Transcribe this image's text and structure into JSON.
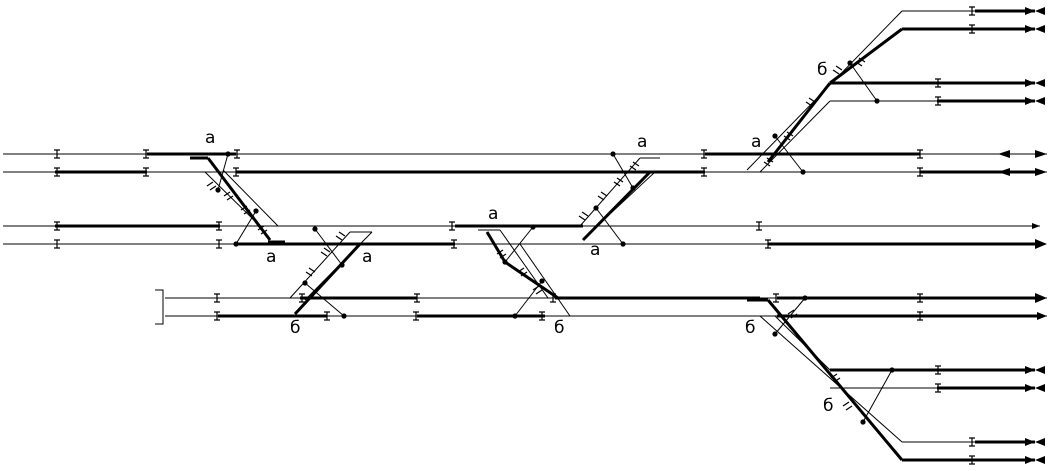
{
  "labels": {
    "a1": "а",
    "a2": "а",
    "a3": "а",
    "a4": "а",
    "a5": "а",
    "a6": "а",
    "a7": "а",
    "b1": "б",
    "b2": "б",
    "b3": "б",
    "b4": "б",
    "b5": "б"
  }
}
